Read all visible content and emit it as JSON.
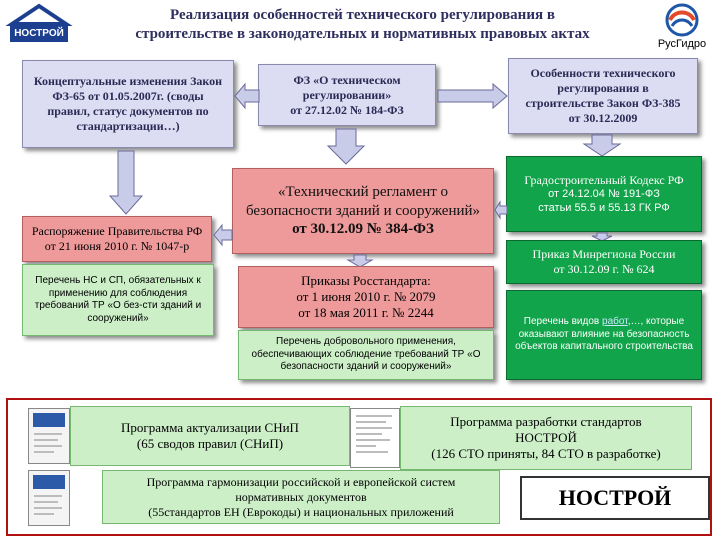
{
  "header": {
    "title_line1": "Реализация особенностей технического регулирования в",
    "title_line2": "строительстве в законодательных и нормативных правовых актах",
    "logo_left_text": "НОСТРОЙ",
    "logo_right_text": "РусГидро"
  },
  "boxes": {
    "concept": "Концептуальные изменения Закон ФЗ-65 от 01.05.2007г. (своды правил, статус документов по стандартизации…)",
    "fz184_line1": "ФЗ «О техническом регулировании»",
    "fz184_line2": "от 27.12.02 № 184-ФЗ",
    "fz385": "Особенности технического регулирования в строительстве Закон ФЗ-385 от 30.12.2009",
    "techreg_line1": "«Технический регламент о безопасности зданий и сооружений»",
    "techreg_line2": "от 30.12.09 № 384-ФЗ",
    "gradcode_line1": "Градостроительный Кодекс РФ",
    "gradcode_line2": "от 24.12.04 № 191-ФЗ",
    "gradcode_line3": "статьи 55.5 и 55.13 ГК РФ",
    "rasp_line1": "Распоряжение Правительства РФ",
    "rasp_line2": "от 21 июня 2010 г. № 1047-р",
    "perechen_ns": "Перечень НС и СП, обязательных к применению для соблюдения требований ТР «О без-сти зданий и сооружений»",
    "prikaz_rosst_line1": "Приказы Росстандарта:",
    "prikaz_rosst_line2": "от 1 июня 2010 г. № 2079",
    "prikaz_rosst_line3": "от 18 мая 2011 г. № 2244",
    "perechen_dobr": "Перечень добровольного применения, обеспечивающих соблюдение требований ТР «О безопасности зданий и сооружений»",
    "prikaz_minreg_line1": "Приказ Минрегиона России",
    "prikaz_minreg_line2": "от 30.12.09 г. № 624",
    "perechen_rabot_prefix": "Перечень видов ",
    "perechen_rabot_link": "работ",
    "perechen_rabot_suffix": ",…, которые оказывают влияние на безопасность объектов капитального строительства"
  },
  "bottom": {
    "snip_line1": "Программа актуализации СНиП",
    "snip_line2": "(65 сводов правил (СНиП)",
    "nostroy_prog_line1": "Программа разработки стандартов",
    "nostroy_prog_line2": "НОСТРОЙ",
    "nostroy_prog_line3": "(126 СТО приняты, 84 СТО в разработке)",
    "harmon_line1": "Программа гармонизации российской и европейской систем",
    "harmon_line2": "нормативных документов",
    "harmon_line3": "(55стандартов ЕН (Еврокоды)  и национальных приложений",
    "nostroy_label": "НОСТРОЙ"
  },
  "colors": {
    "lavender": "#dcdcf2",
    "pink": "#ee9a9a",
    "green": "#12a44a",
    "light_green": "#ccefc8",
    "frame_red": "#b01010",
    "arrow_fill": "#c8cce8"
  }
}
